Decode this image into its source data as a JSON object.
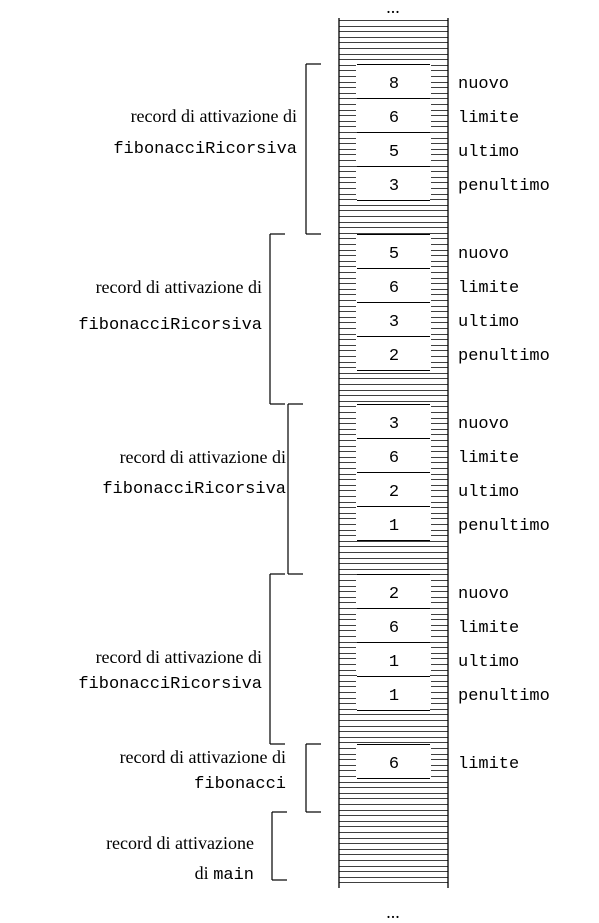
{
  "stack": {
    "top_ellipsis": "...",
    "bottom_ellipsis": "...",
    "records": [
      {
        "label_line1": "record di attivazione di",
        "label_prefix": "",
        "function_name": "fibonacciRicorsiva",
        "cells": [
          {
            "value": "8",
            "name": "nuovo"
          },
          {
            "value": "6",
            "name": "limite"
          },
          {
            "value": "5",
            "name": "ultimo"
          },
          {
            "value": "3",
            "name": "penultimo"
          }
        ]
      },
      {
        "label_line1": "record di attivazione di",
        "label_prefix": "",
        "function_name": "fibonacciRicorsiva",
        "cells": [
          {
            "value": "5",
            "name": "nuovo"
          },
          {
            "value": "6",
            "name": "limite"
          },
          {
            "value": "3",
            "name": "ultimo"
          },
          {
            "value": "2",
            "name": "penultimo"
          }
        ]
      },
      {
        "label_line1": "record di attivazione di",
        "label_prefix": "",
        "function_name": "fibonacciRicorsiva",
        "cells": [
          {
            "value": "3",
            "name": "nuovo"
          },
          {
            "value": "6",
            "name": "limite"
          },
          {
            "value": "2",
            "name": "ultimo"
          },
          {
            "value": "1",
            "name": "penultimo"
          }
        ]
      },
      {
        "label_line1": "record di attivazione di",
        "label_prefix": "",
        "function_name": "fibonacciRicorsiva",
        "cells": [
          {
            "value": "2",
            "name": "nuovo"
          },
          {
            "value": "6",
            "name": "limite"
          },
          {
            "value": "1",
            "name": "ultimo"
          },
          {
            "value": "1",
            "name": "penultimo"
          }
        ]
      },
      {
        "label_line1": "record di attivazione di",
        "label_prefix": "",
        "function_name": "fibonacci",
        "cells": [
          {
            "value": "6",
            "name": "limite"
          }
        ]
      },
      {
        "label_line1": "record di attivazione",
        "label_prefix": "di ",
        "function_name": "main",
        "cells": []
      }
    ]
  }
}
